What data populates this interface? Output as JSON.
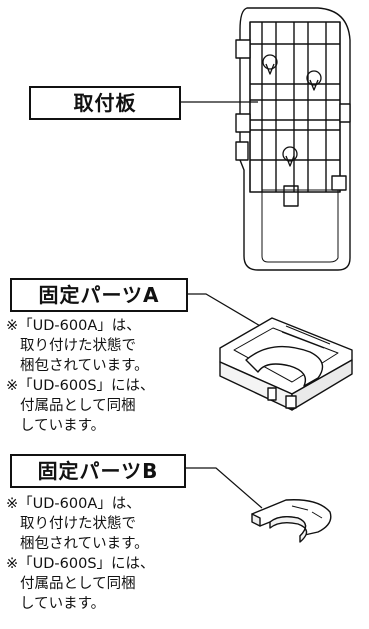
{
  "plate": {
    "label": "取付板"
  },
  "part_a": {
    "label": "固定パーツA",
    "notes": [
      "※「UD-600A」は、",
      "取り付けた状態で",
      "梱包されています。",
      "※「UD-600S」には、",
      "付属品として同梱",
      "しています。"
    ]
  },
  "part_b": {
    "label": "固定パーツB",
    "notes": [
      "※「UD-600A」は、",
      "取り付けた状態で",
      "梱包されています。",
      "※「UD-600S」には、",
      "付属品として同梱",
      "しています。"
    ]
  }
}
